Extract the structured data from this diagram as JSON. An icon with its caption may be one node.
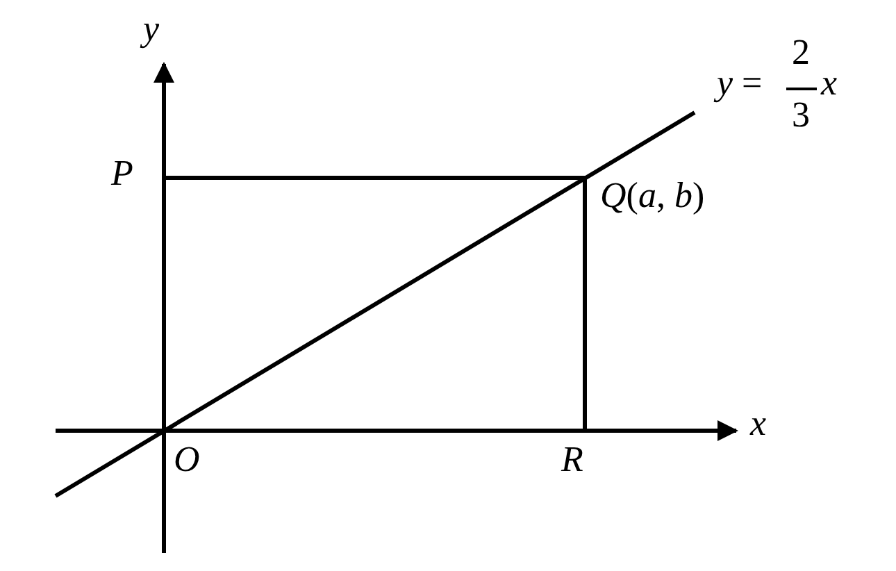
{
  "diagram": {
    "labels": [
      "y",
      "*y* =",
      "2",
      "3",
      "*x*",
      "P",
      "*Q*(*a*, *b*)",
      "x",
      "O",
      "R"
    ]
  }
}
